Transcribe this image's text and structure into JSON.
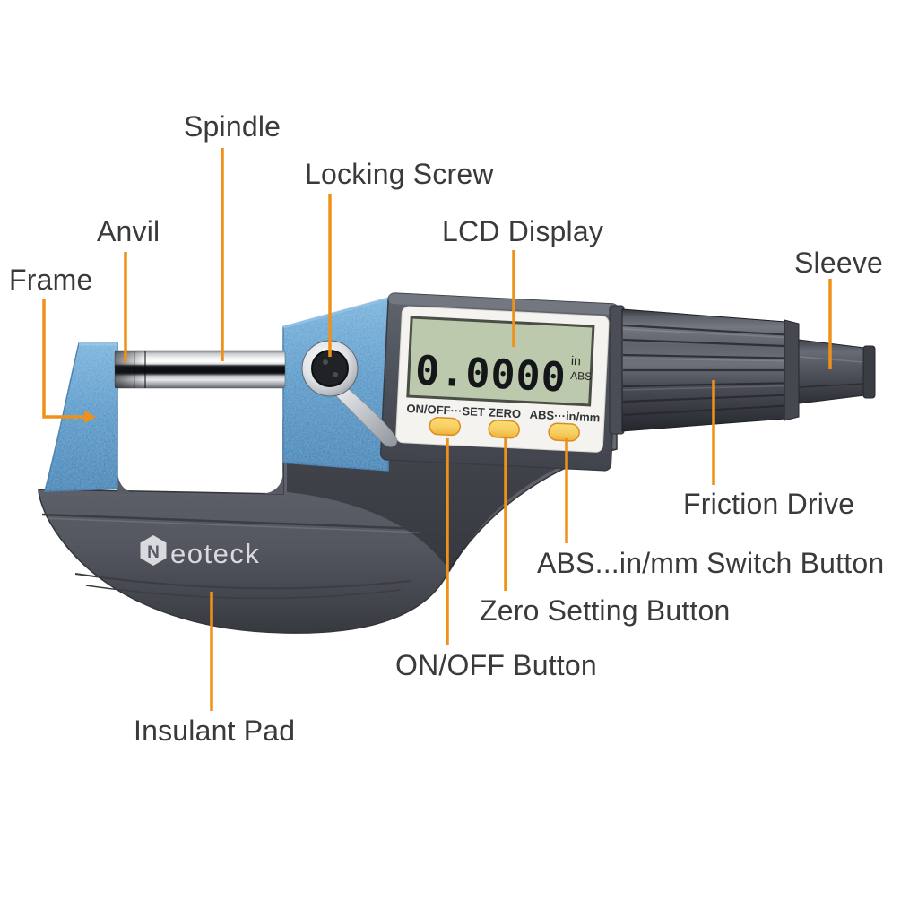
{
  "diagram": {
    "background_color": "#ffffff",
    "leader_line_color": "#EF9119",
    "label_text_color": "#3A3A3C",
    "frame_blue_color": "#4F93C6",
    "body_gray_color": "#575A63",
    "lcd_green_color": "#BDC9AC",
    "button_yellow_color": "#F7CE60"
  },
  "labels": {
    "spindle": "Spindle",
    "locking_screw": "Locking Screw",
    "anvil": "Anvil",
    "lcd_display": "LCD Display",
    "sleeve": "Sleeve",
    "frame": "Frame",
    "friction_drive": "Friction Drive",
    "abs_switch": "ABS...in/mm Switch Button",
    "zero_setting": "Zero Setting Button",
    "on_off": "ON/OFF Button",
    "insulant_pad": "Insulant Pad"
  },
  "device": {
    "logo": {
      "full": "Neoteck",
      "initial": "N",
      "rest": "eoteck"
    },
    "lcd": {
      "value": "0.0000",
      "unit": "in",
      "mode": "ABS"
    },
    "buttons": {
      "on_off_set": "ON/OFF···SET",
      "zero": "ZERO",
      "abs_inmm": "ABS···in/mm"
    }
  }
}
